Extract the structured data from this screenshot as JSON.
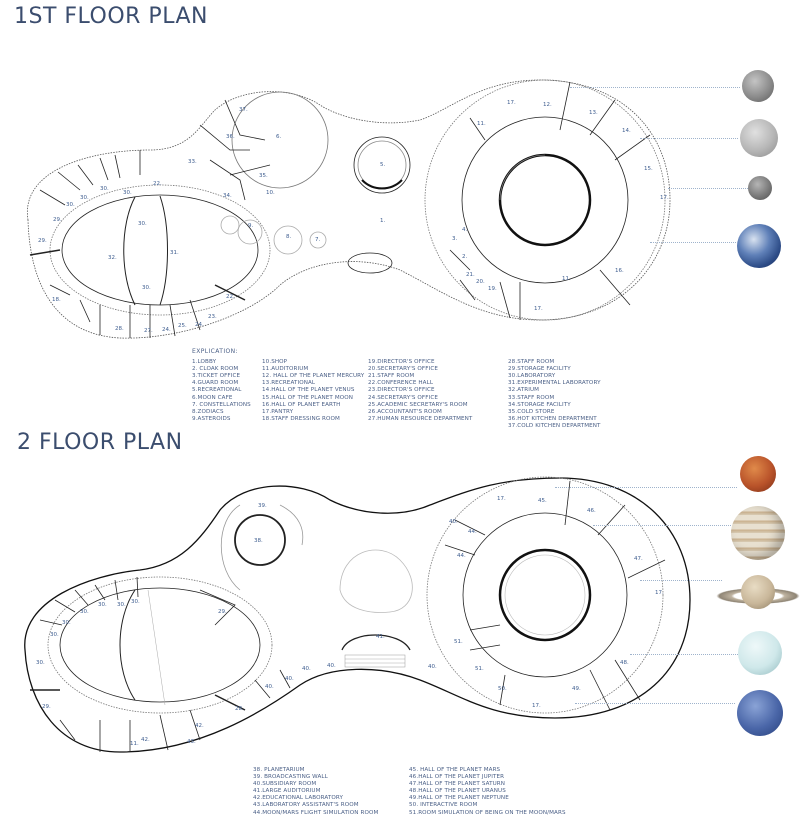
{
  "floor1": {
    "title": "1ST FLOOR PLAN",
    "legend_heading": "EXPLICATION:",
    "legend": [
      [
        "1.LOBBY",
        "2. CLOAK ROOM",
        "3.TICKET OFFICE",
        "4.GUARD ROOM",
        "5.RECREATIONAL",
        "6.MOON CAFE",
        "7. CONSTELLATIONS",
        "8.ZODIACS",
        "9.ASTEROIDS"
      ],
      [
        "10.SHOP",
        "11.AUDITORIUM",
        "12. HALL OF THE PLANET MERCURY",
        "13.RECREATIONAL",
        "14.HALL OF THE PLANET VENUS",
        "15.HALL OF THE PLANET MOON",
        "16.HALL OF PLANET EARTH",
        "17.PANTRY",
        "18.STAFF DRESSING ROOM"
      ],
      [
        "19.DIRECTOR'S OFFICE",
        "20.SECRETARY'S OFFICE",
        "21.STAFF ROOM",
        "22.CONFERENCE HALL",
        "23.DIRECTOR'S OFFICE",
        "24.SECRETARY'S OFFICE",
        "25.ACADEMIC SECRETARY'S ROOM",
        "26.ACCOUNTANT'S ROOM",
        "27.HUMAN RESOURCE DEPARTMENT"
      ],
      [
        "28.STAFF ROOM",
        "29.STORAGE FACILITY",
        "30.LABORATORY",
        "31.EXPERIMENTAL LABORATORY",
        "32.ATRIUM",
        "33.STAFF ROOM",
        "34.STORAGE FACILITY",
        "35.COLD STORE",
        "36.HOT KITCHEN DEPARTMENT",
        "37.COLD KITCHEN DEPARTMENT"
      ]
    ],
    "planets": [
      {
        "name": "Mercury",
        "color": "#8a8a8a"
      },
      {
        "name": "Venus",
        "color": "#b8b8b8"
      },
      {
        "name": "Moon",
        "color": "#7d7d7d"
      },
      {
        "name": "Earth",
        "color": "#3b5f9c"
      }
    ],
    "room_labels": {
      "r1": "1.",
      "r2": "2.",
      "r3": "3.",
      "r4": "4.",
      "r5": "5.",
      "r6": "6.",
      "r7": "7.",
      "r8": "8.",
      "r9": "9.",
      "r10": "10.",
      "r11a": "11.",
      "r11b": "11.",
      "r12": "12.",
      "r13": "13.",
      "r14": "14.",
      "r15": "15.",
      "r16": "16.",
      "r17a": "17.",
      "r17b": "17.",
      "r17c": "17.",
      "r18": "18.",
      "r19": "19.",
      "r20": "20.",
      "r21": "21.",
      "r22a": "22.",
      "r22b": "22.",
      "r23": "23.",
      "r24a": "24.",
      "r24b": "24.",
      "r25": "25.",
      "r27": "27.",
      "r28": "28.",
      "r29a": "29.",
      "r29b": "29.",
      "r30a": "30.",
      "r30b": "30.",
      "r30c": "30.",
      "r30d": "30.",
      "r30e": "30.",
      "r30f": "30.",
      "r31": "31.",
      "r32": "32.",
      "r33": "33.",
      "r34": "34.",
      "r35": "35.",
      "r36": "36.",
      "r37": "37."
    }
  },
  "floor2": {
    "title": "2 FLOOR PLAN",
    "legend": [
      [
        "38. PLANETARIUM",
        "39. BROADCASTING WALL",
        "40.SUBSIDIARY ROOM",
        "41.LARGE AUDITORIUM",
        "42.EDUCATIONAL LABORATORY",
        "43.LABORATORY ASSISTANT'S ROOM",
        "44.MOON/MARS FLIGHT SIMULATION ROOM"
      ],
      [
        "45. HALL OF THE PLANET MARS",
        "46.HALL OF THE PLANET JUPITER",
        "47.HALL OF THE PLANET SATURN",
        "48.HALL OF THE PLANET URANUS",
        "49.HALL OF THE PLANET NEPTUNE",
        "50. INTERACTIVE ROOM",
        "51.ROOM SIMULATION OF BEING ON THE MOON/MARS"
      ]
    ],
    "planets": [
      {
        "name": "Mars",
        "color": "#b9532a"
      },
      {
        "name": "Jupiter",
        "color": "#d8cbb4"
      },
      {
        "name": "Saturn",
        "color": "#c9b79a"
      },
      {
        "name": "Uranus",
        "color": "#cfe8ea"
      },
      {
        "name": "Neptune",
        "color": "#4a66a8"
      }
    ],
    "room_labels": {
      "r38": "38.",
      "r39": "39.",
      "r40a": "40.",
      "r40b": "40.",
      "r40c": "40.",
      "r40d": "40.",
      "r40e": "40.",
      "r40f": "40.",
      "r40g": "40.",
      "r41": "41.",
      "r42a": "42.",
      "r42b": "42.",
      "r43": "43.",
      "r44a": "44.",
      "r44b": "44.",
      "r45": "45.",
      "r46": "46.",
      "r47": "47.",
      "r48": "48.",
      "r49": "49.",
      "r50": "50.",
      "r51a": "51.",
      "r51b": "51.",
      "r17a": "17.",
      "r17b": "17.",
      "r17c": "17.",
      "r28": "28.",
      "r29a": "29.",
      "r29b": "29.",
      "r29c": "29.",
      "r30a": "30.",
      "r30b": "30.",
      "r30c": "30.",
      "r30d": "30.",
      "r30e": "30.",
      "r30f": "30.",
      "r30g": "30.",
      "r11": "11."
    }
  }
}
